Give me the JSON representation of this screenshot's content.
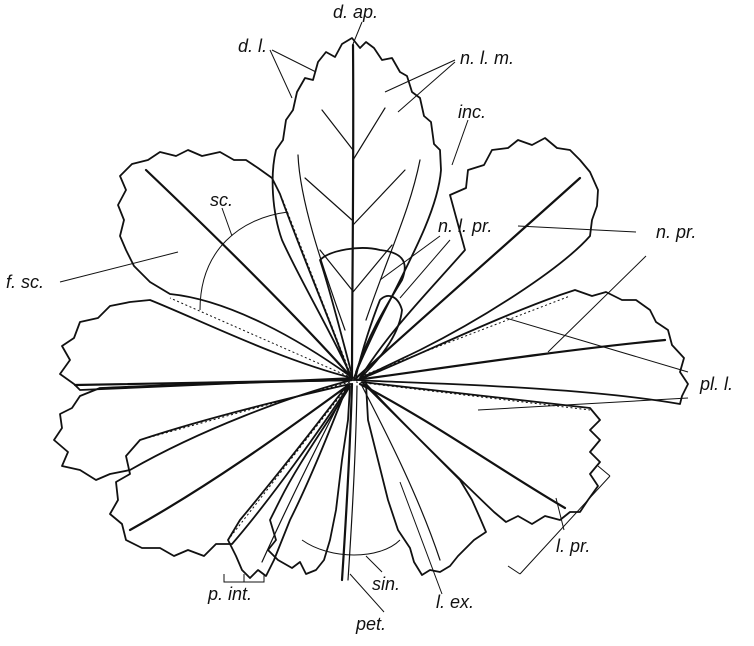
{
  "labels": {
    "d_ap": "d. ap.",
    "d_l": "d. l.",
    "n_l_m": "n. l. m.",
    "inc": "inc.",
    "sc": "sc.",
    "f_sc": "f. sc.",
    "n_l_pr": "n. l. pr.",
    "n_pr": "n. pr.",
    "pl_l": "pl. l.",
    "l_pr": "l. pr.",
    "p_int": "p. int.",
    "sin": "sin.",
    "pet": "pet.",
    "l_ex": "l. ex."
  }
}
